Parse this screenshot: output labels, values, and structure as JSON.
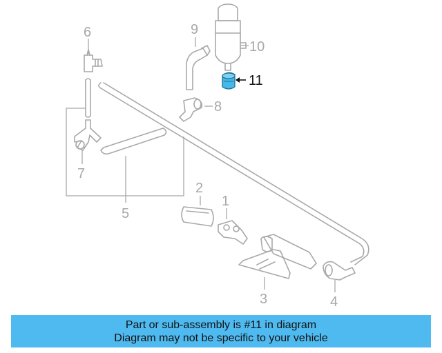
{
  "callouts": {
    "c1": "1",
    "c2": "2",
    "c3": "3",
    "c4": "4",
    "c5": "5",
    "c6": "6",
    "c7": "7",
    "c8": "8",
    "c9": "9",
    "c10": "10",
    "c11": "11"
  },
  "highlight": {
    "part": "11",
    "color": "#45b7e8",
    "label_color": "#111111"
  },
  "colors": {
    "banner": "#4fbaf0",
    "line_art": "#a8a8a8"
  },
  "banner": {
    "line1": "Part or sub-assembly is #11 in diagram",
    "line2": "Diagram may not be specific to your vehicle"
  }
}
